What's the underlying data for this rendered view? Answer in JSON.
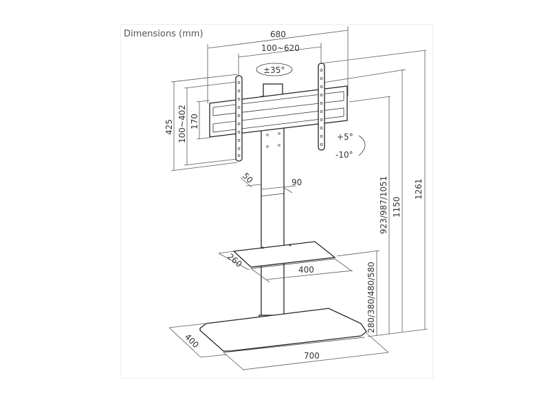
{
  "title": "Dimensions (mm)",
  "dimensions": {
    "overall_width": "680",
    "vesa_width": "100~620",
    "swivel": "±35°",
    "tilt_up": "+5°",
    "tilt_down": "-10°",
    "overall_height_bracket": "425",
    "vesa_height": "100~402",
    "plate_height": "170",
    "column_depth": "50",
    "column_width": "90",
    "mount_heights": "923/987/1051",
    "height_1150": "1150",
    "height_1261": "1261",
    "shelf_depth": "260",
    "shelf_width": "400",
    "shelf_heights": "280/380/480/580",
    "base_depth": "400",
    "base_width": "700"
  }
}
